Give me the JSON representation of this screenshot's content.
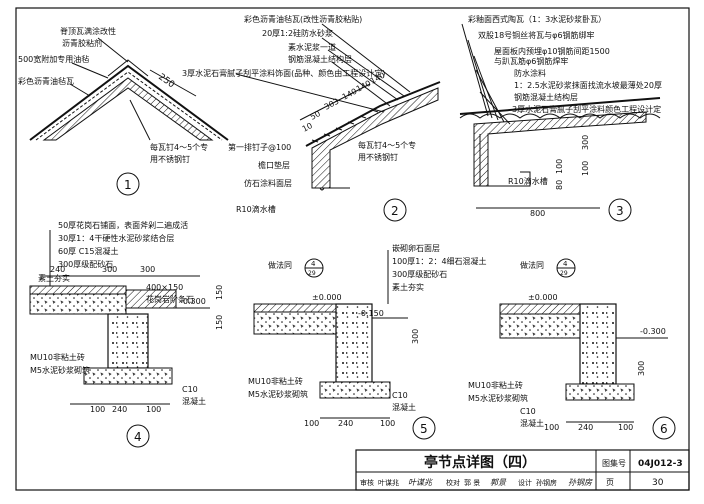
{
  "sheet": {
    "title": "亭节点详图（四）",
    "atlas_label": "图集号",
    "atlas_no": "04J012-3",
    "page_label": "页",
    "page_no": "30",
    "review_label": "审核",
    "review_name": "叶谋兆",
    "review_sign": "叶谋兆",
    "check_label": "校对",
    "check_name": "郭 景",
    "check_sign": "郭景",
    "design_label": "设计",
    "design_name": "孙钢房",
    "design_sign": "孙钢房"
  },
  "detail1": {
    "number": "1",
    "notes": [
      "脊顶瓦满涂改性",
      "沥青胶粘剂",
      "500宽附加专用油毡",
      "彩色沥青油毡瓦",
      "每瓦钉4～5个专",
      "用不锈钢钉"
    ],
    "dim": "250"
  },
  "detail2": {
    "number": "2",
    "notes": [
      "彩色沥青油毡瓦(改性沥青胶粘贴)",
      "20厚1:2硅防水砂浆",
      "素水泥浆一道",
      "钢筋混凝土结构层",
      "3厚水泥石膏腻子刮平涂料饰面(品种、颜色由工程设计定)",
      "第一排钉子@100",
      "檐口垫层",
      "仿石涂料面层",
      "R10滴水槽",
      "每瓦钉4～5个专",
      "用不锈钢钉"
    ],
    "dims": [
      "140",
      "140",
      "140",
      "303",
      "50",
      "10"
    ]
  },
  "detail3": {
    "number": "3",
    "notes": [
      "彩釉面西式陶瓦（1：3水泥砂浆卧瓦）",
      "双股18号铜丝将瓦与φ6钢筋绑牢",
      "屋面板内预埋φ10钢筋间距1500",
      "与趴瓦筋φ6钢筋焊牢",
      "防水涂料",
      "1：2.5水泥砂浆抹面找流水坡最薄处20厚",
      "钢筋混凝土结构层",
      "3厚水泥石膏腻子刮平涂料颜色工程设计定",
      "R10滴水槽"
    ],
    "dims": [
      "300",
      "100",
      "100",
      "80",
      "800"
    ]
  },
  "detail4": {
    "number": "4",
    "notes": [
      "50厚花岗石铺面，表面斧剁二遍成活",
      "30厚1：4干硬性水泥砂浆结合层",
      "60厚 C15混凝土",
      "300厚级配砂石",
      "素土夯实",
      "400×150",
      "花岗岩阶条石",
      "MU10非粘土砖",
      "M5水泥砂浆砌筑",
      "C10",
      "混凝土"
    ],
    "dims": [
      "240",
      "300",
      "300",
      "150",
      "150",
      "100",
      "240",
      "100"
    ],
    "elev": "-0.300"
  },
  "detail5": {
    "number": "5",
    "notes": [
      "做法同",
      "嵌砌卵石面层",
      "100厚1：2：4细石混凝土",
      "300厚级配砂石",
      "素土夯实",
      "MU10非粘土砖",
      "M5水泥砂浆砌筑",
      "C10",
      "混凝土"
    ],
    "ref_num": "4",
    "ref_page": "29",
    "dims": [
      "100",
      "240",
      "100",
      "300"
    ],
    "elev_top": "±0.000",
    "elev_low": "-0.150"
  },
  "detail6": {
    "number": "6",
    "notes": [
      "做法同",
      "MU10非粘土砖",
      "M5水泥砂浆砌筑",
      "C10",
      "混凝土"
    ],
    "ref_num": "4",
    "ref_page": "29",
    "dims": [
      "100",
      "240",
      "100",
      "300"
    ],
    "elev_top": "±0.000",
    "elev_low": "-0.300"
  }
}
